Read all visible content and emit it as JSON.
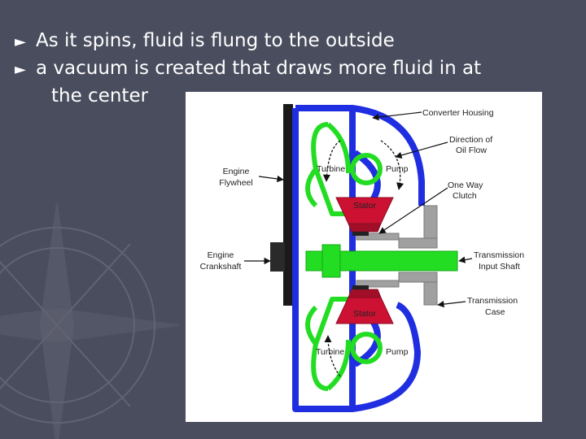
{
  "slide": {
    "bullets": [
      {
        "marker": "►",
        "text": "As it spins, fluid is flung to the outside"
      },
      {
        "marker": "►",
        "text": "a vacuum is created that draws more fluid in at"
      }
    ],
    "continuation": "the center"
  },
  "diagram": {
    "labels": {
      "converter_housing": "Converter Housing",
      "direction_line1": "Direction of",
      "direction_line2": "Oil Flow",
      "flywheel_line1": "Engine",
      "flywheel_line2": "Flywheel",
      "turbine_top": "Turbine",
      "pump_top": "Pump",
      "one_way_line1": "One Way",
      "one_way_line2": "Clutch",
      "stator_top": "Stator",
      "crankshaft_line1": "Engine",
      "crankshaft_line2": "Crankshaft",
      "input_shaft_line1": "Transmission",
      "input_shaft_line2": "Input Shaft",
      "case_line1": "Transmission",
      "case_line2": "Case",
      "stator_bottom": "Stator",
      "turbine_bottom": "Turbine",
      "pump_bottom": "Pump"
    },
    "colors": {
      "housing": "#1f2ee0",
      "turbine": "#22dd22",
      "stator": "#cc1133",
      "case": "#a0a0a0",
      "flywheel": "#222222"
    }
  }
}
